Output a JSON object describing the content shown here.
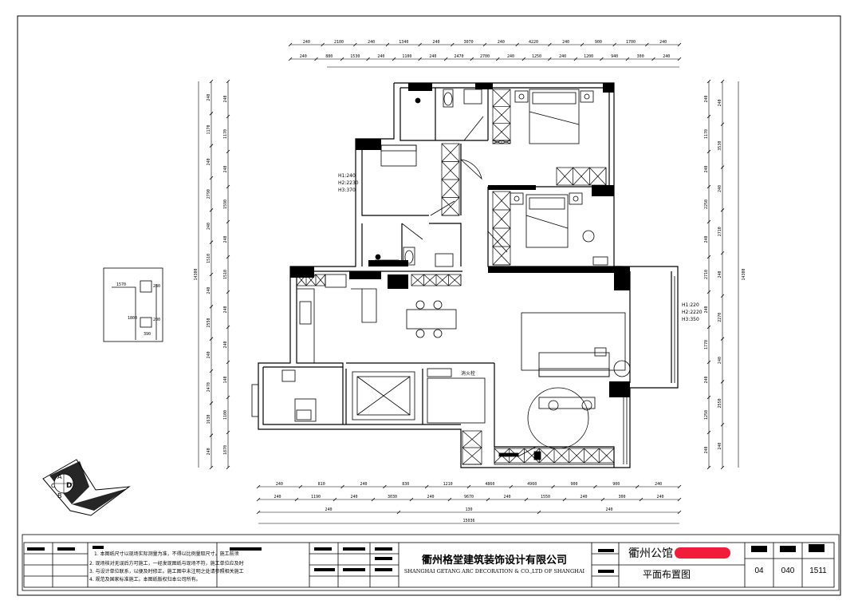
{
  "dimensions": {
    "top_outer": [
      "240",
      "2100",
      "240",
      "1340",
      "240",
      "3070",
      "240",
      "4220",
      "240",
      "900",
      "1700",
      "240"
    ],
    "top_inner": [
      "240",
      "880",
      "1530",
      "240",
      "1100",
      "240",
      "2470",
      "2700",
      "240",
      "1250",
      "240",
      "1200",
      "940",
      "300",
      "240"
    ],
    "left_outer": [
      "240",
      "1170",
      "240",
      "2790",
      "240",
      "1510",
      "240",
      "2550",
      "240",
      "2470",
      "1630",
      "240"
    ],
    "left_inner": [
      "240",
      "1170",
      "240",
      "1590",
      "240",
      "1510",
      "240",
      "240",
      "140",
      "1100",
      "1870"
    ],
    "left_total": "14300",
    "right_outer": [
      "240",
      "3530",
      "240",
      "2710",
      "240",
      "2270",
      "240",
      "2550",
      "240"
    ],
    "right_inner": [
      "240",
      "1170",
      "240",
      "2250",
      "240",
      "2710",
      "240",
      "1770",
      "240",
      "1250",
      "240"
    ],
    "right_total": "14300",
    "bottom_inner": [
      "240",
      "810",
      "240",
      "830",
      "1210",
      "4860",
      "4960",
      "900",
      "900",
      "240"
    ],
    "bottom_outer": [
      "240",
      "1190",
      "240",
      "3030",
      "240",
      "9670",
      "240",
      "1550",
      "240",
      "300",
      "240"
    ],
    "bottom_mid": [
      "240",
      "130",
      "240"
    ],
    "bottom_total": "15036"
  },
  "window_notes": {
    "left": [
      "H1:240",
      "H2:2230",
      "H3:370"
    ],
    "right": [
      "H1:220",
      "H2:2220",
      "H3:350"
    ]
  },
  "fire_hydrant": "消火栓",
  "inset_dims": [
    "1570",
    "1800",
    "280",
    "200",
    "390"
  ],
  "compass": {
    "letters": [
      "A",
      "C",
      "D",
      "B"
    ]
  },
  "title_block": {
    "company_cn": "衢州格堂建筑装饰设计有限公司",
    "company_en": "SHANGHAI GETANG ARC DECORATION & CO.,LTD OF SHANGHAI",
    "project": "衢州公馆",
    "drawing_name": "平面布置图",
    "codes": [
      "04",
      "040",
      "1511"
    ],
    "redaction_color": "#f21c3a",
    "notes": [
      "1. 本图纸尺寸以现场实际测量为准，不得以比例量取尺寸。施工前须",
      "2. 现场核对无误后方可施工，一经发现图纸与现场不符，施工单位应及时",
      "3. 与设计单位联系，以便及时修正。施工图中未注明之处请参照相关施工",
      "4. 规范及国家标准施工。本图纸版权归本公司所有。"
    ]
  },
  "colors": {
    "line": "#000000",
    "wall": "#000000",
    "background": "#ffffff"
  }
}
